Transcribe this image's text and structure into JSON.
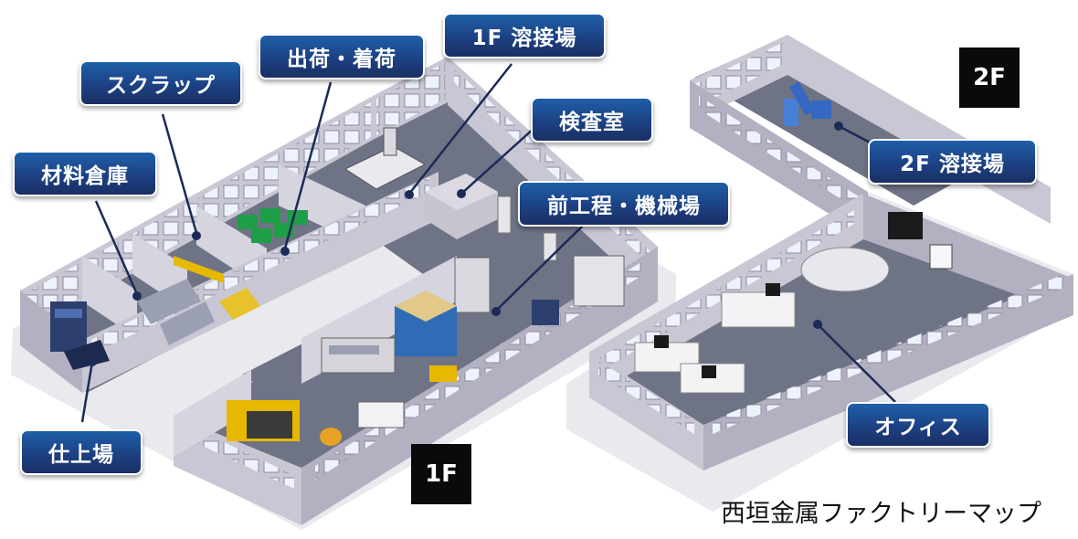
{
  "labels": {
    "scrap": "スクラップ",
    "shipping": "出荷・着荷",
    "welding_1f": "1F 溶接場",
    "inspection": "検査室",
    "materials": "材料倉庫",
    "machining": "前工程・機械場",
    "finishing": "仕上場",
    "welding_2f": "2F 溶接場",
    "office": "オフィス"
  },
  "floors": {
    "f1": "1F",
    "f2": "2F"
  },
  "caption": "西垣金属ファクトリーマップ",
  "colors": {
    "label_fill": "#1c3f80",
    "floor": "#6e7385",
    "wall": "#c9c7d3",
    "window": "#e9f0fb",
    "background": "#ffffff"
  }
}
